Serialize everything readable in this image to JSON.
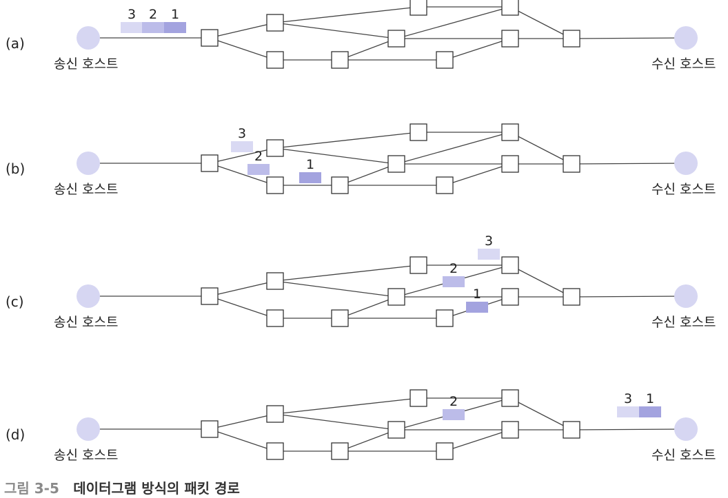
{
  "colors": {
    "host": "#d6d6f2",
    "packet_1": "#a3a3df",
    "packet_2": "#bcbce9",
    "packet_3": "#d9d9f3",
    "line": "#444444",
    "router_stroke": "#333333"
  },
  "labels": {
    "sender": "송신 호스트",
    "receiver": "수신 호스트"
  },
  "panels": [
    {
      "tag": "(a)",
      "packets": [
        {
          "label": "3",
          "at": "sender-link-3"
        },
        {
          "label": "2",
          "at": "sender-link-2"
        },
        {
          "label": "1",
          "at": "sender-link-1"
        }
      ]
    },
    {
      "tag": "(b)",
      "packets": [
        {
          "label": "3",
          "at": "r1-r2"
        },
        {
          "label": "2",
          "at": "r1-r3"
        },
        {
          "label": "1",
          "at": "r3-r4"
        }
      ]
    },
    {
      "tag": "(c)",
      "packets": [
        {
          "label": "3",
          "at": "r6-r7"
        },
        {
          "label": "2",
          "at": "r5-r7"
        },
        {
          "label": "1",
          "at": "r9-r8"
        }
      ]
    },
    {
      "tag": "(d)",
      "packets": [
        {
          "label": "2",
          "at": "r5-r7"
        },
        {
          "label": "3",
          "at": "receiver-3"
        },
        {
          "label": "1",
          "at": "receiver-1"
        }
      ]
    }
  ],
  "caption": {
    "number": "그림 3-5",
    "title": "데이터그램 방식의 패킷 경로"
  }
}
